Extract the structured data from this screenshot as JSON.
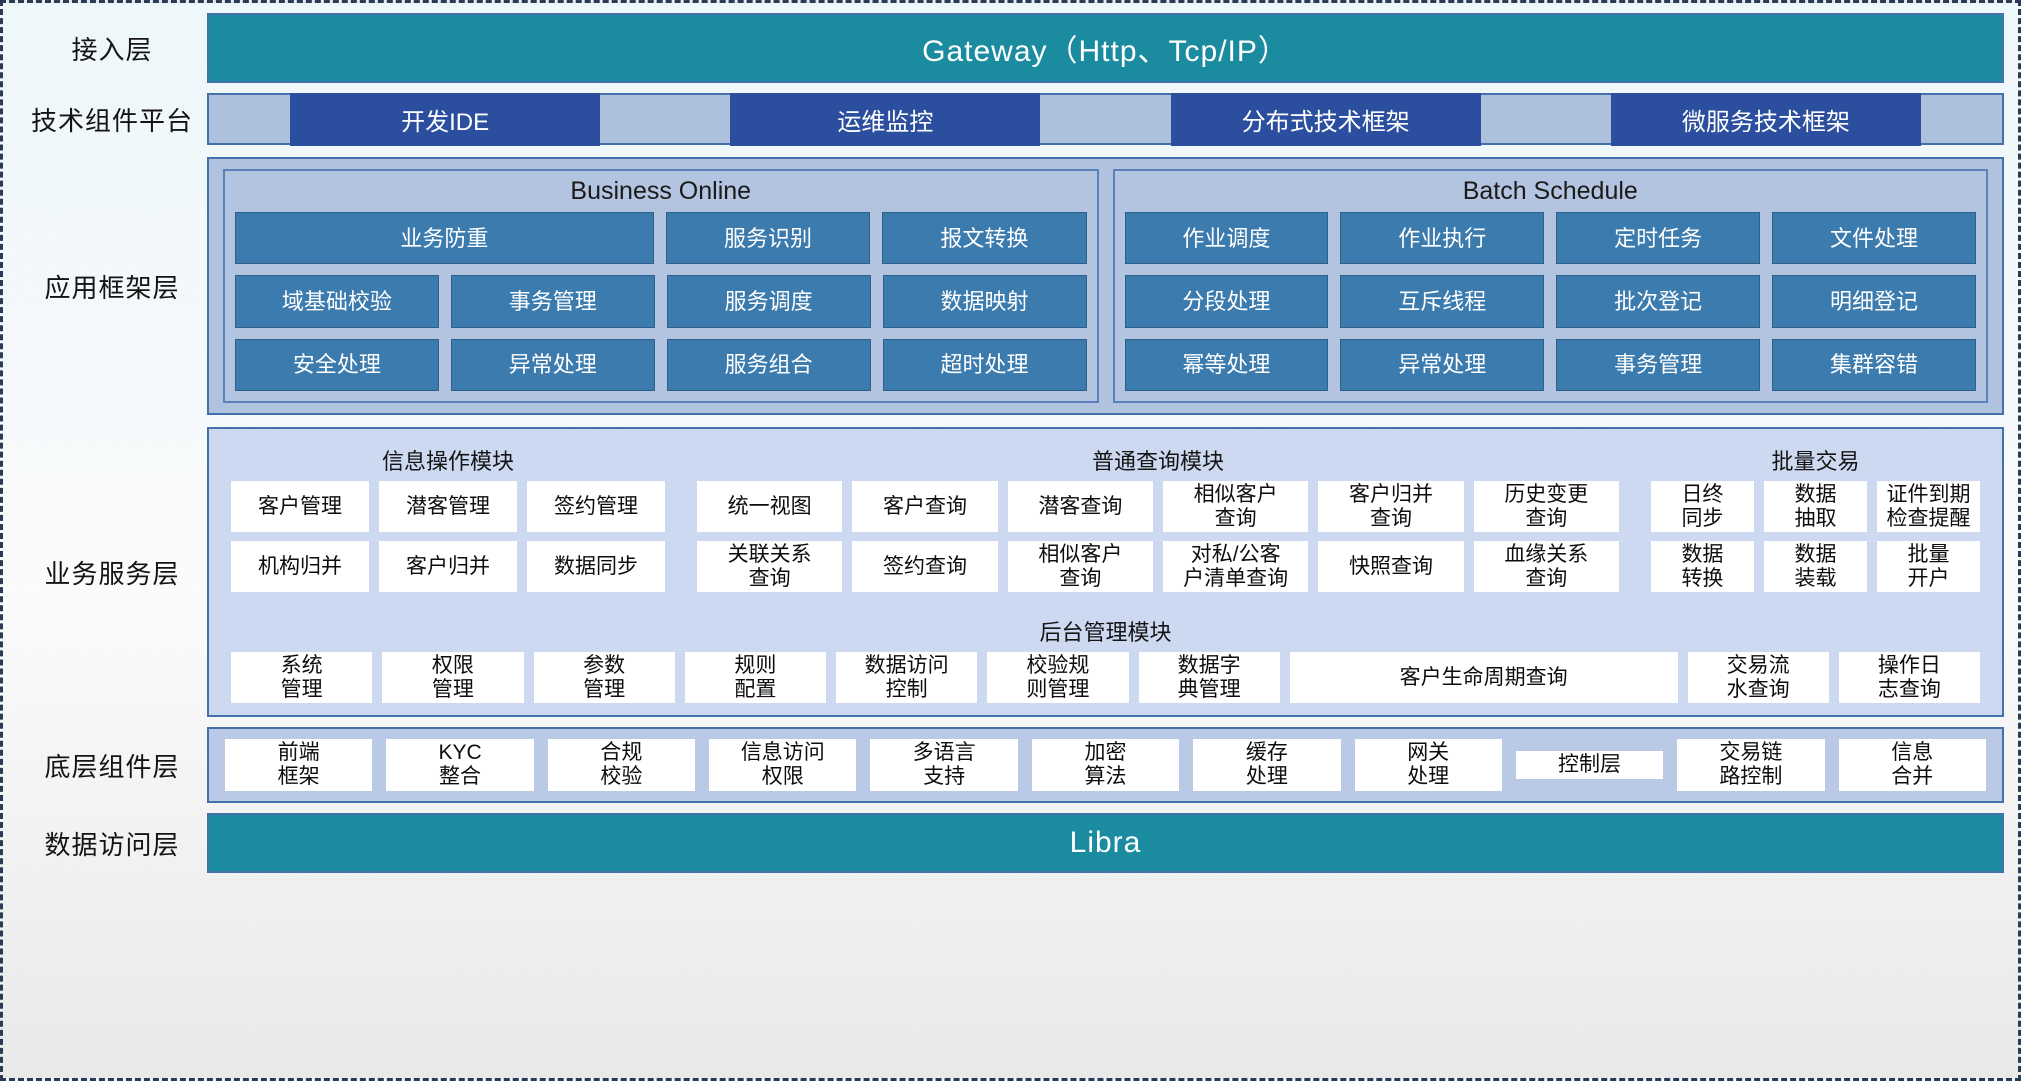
{
  "layers": {
    "access": "接入层",
    "tech_platform": "技术组件平台",
    "app_framework": "应用框架层",
    "business_service": "业务服务层",
    "base_component": "底层组件层",
    "data_access": "数据访问层"
  },
  "gateway": {
    "label": "Gateway（Http、Tcp/IP）"
  },
  "libra": {
    "label": "Libra"
  },
  "tech": {
    "items": [
      "开发IDE",
      "运维监控",
      "分布式技术框架",
      "微服务技术框架"
    ]
  },
  "app_framework": {
    "groups": [
      {
        "title": "Business Online",
        "rows": [
          [
            {
              "label": "业务防重",
              "wide": true
            },
            {
              "label": "服务识别"
            },
            {
              "label": "报文转换"
            }
          ],
          [
            {
              "label": "域基础校验"
            },
            {
              "label": "事务管理"
            },
            {
              "label": "服务调度"
            },
            {
              "label": "数据映射"
            }
          ],
          [
            {
              "label": "安全处理"
            },
            {
              "label": "异常处理"
            },
            {
              "label": "服务组合"
            },
            {
              "label": "超时处理"
            }
          ]
        ]
      },
      {
        "title": "Batch Schedule",
        "rows": [
          [
            {
              "label": "作业调度"
            },
            {
              "label": "作业执行"
            },
            {
              "label": "定时任务"
            },
            {
              "label": "文件处理"
            }
          ],
          [
            {
              "label": "分段处理"
            },
            {
              "label": "互斥线程"
            },
            {
              "label": "批次登记"
            },
            {
              "label": "明细登记"
            }
          ],
          [
            {
              "label": "幂等处理"
            },
            {
              "label": "异常处理"
            },
            {
              "label": "事务管理"
            },
            {
              "label": "集群容错"
            }
          ]
        ]
      }
    ]
  },
  "business_service": {
    "row1": [
      {
        "title": "信息操作模块",
        "key": "info",
        "lines": [
          [
            "客户管理",
            "潜客管理",
            "签约管理"
          ],
          [
            "机构归并",
            "客户归并",
            "数据同步"
          ]
        ]
      },
      {
        "title": "普通查询模块",
        "key": "query",
        "lines": [
          [
            "统一视图",
            "客户查询",
            "潜客查询",
            "相似客户\n查询",
            "客户归并\n查询",
            "历史变更\n查询"
          ],
          [
            "关联关系\n查询",
            "签约查询",
            "相似客户\n查询",
            "对私/公客\n户清单查询",
            "快照查询",
            "血缘关系\n查询"
          ]
        ]
      },
      {
        "title": "批量交易",
        "key": "batch",
        "lines": [
          [
            "日终\n同步",
            "数据\n抽取",
            "证件到期\n检查提醒"
          ],
          [
            "数据\n转换",
            "数据\n装载",
            "批量\n开户"
          ]
        ]
      }
    ],
    "row2": {
      "title": "后台管理模块",
      "items": [
        {
          "label": "系统\n管理"
        },
        {
          "label": "权限\n管理"
        },
        {
          "label": "参数\n管理"
        },
        {
          "label": "规则\n配置"
        },
        {
          "label": "数据访问\n控制"
        },
        {
          "label": "校验规\n则管理"
        },
        {
          "label": "数据字\n典管理"
        },
        {
          "label": "客户生命周期查询",
          "wide": true
        },
        {
          "label": "交易流\n水查询"
        },
        {
          "label": "操作日\n志查询"
        }
      ]
    }
  },
  "base_component": {
    "items": [
      "前端\n框架",
      "KYC\n整合",
      "合规\n校验",
      "信息访问\n权限",
      "多语言\n支持",
      "加密\n算法",
      "缓存\n处理",
      "网关\n处理",
      "控制层",
      "交易链\n路控制",
      "信息\n合并"
    ]
  },
  "colors": {
    "teal": "#1b8ba0",
    "tech_blue": "#2b4f9e",
    "app_cell": "#3c7bae",
    "panel_blue": "#b0c2de",
    "biz_panel": "#ccd8ef",
    "border_blue": "#4472a8"
  }
}
